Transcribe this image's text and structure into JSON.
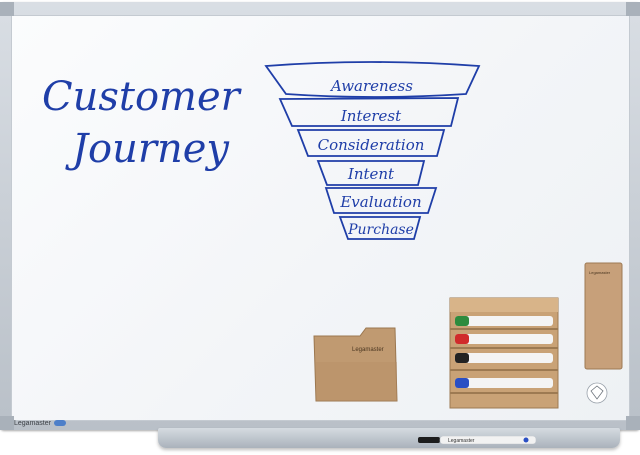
{
  "whiteboard": {
    "title_line1": "Customer",
    "title_line2": "Journey",
    "funnel_stages": [
      "Awareness",
      "Interest",
      "Consideration",
      "Intent",
      "Evaluation",
      "Purchase"
    ],
    "brand": "Legamaster",
    "ink_color": "#1f3ea8",
    "marker_colors": [
      "#2e8b3d",
      "#d02b2b",
      "#222222",
      "#2a4fc4"
    ]
  }
}
